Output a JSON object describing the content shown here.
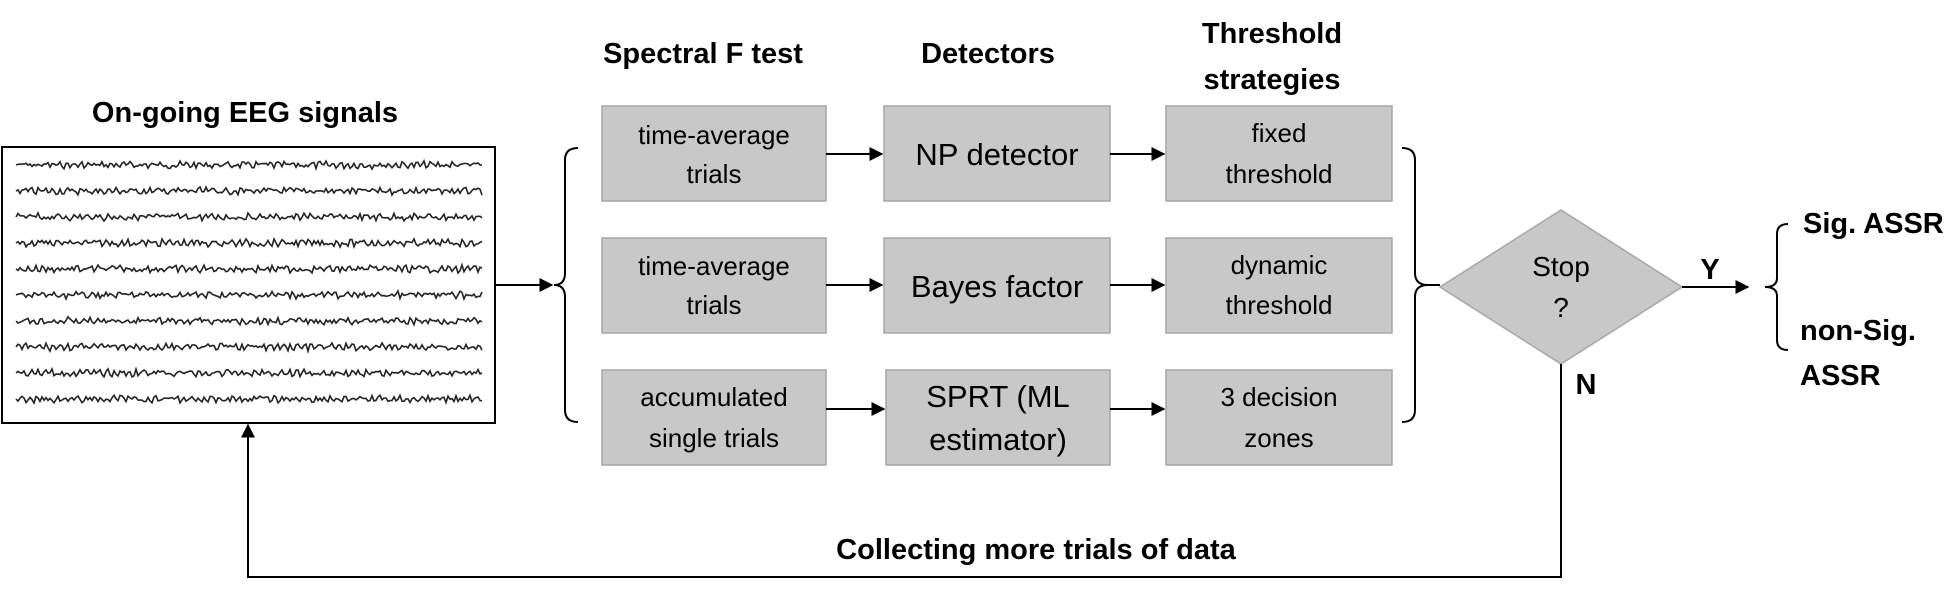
{
  "diagram": {
    "headers": {
      "eeg": "On-going EEG signals",
      "spectral": "Spectral F test",
      "detectors": "Detectors",
      "threshold_line1": "Threshold",
      "threshold_line2": "strategies"
    },
    "rows": [
      {
        "spectral": [
          "time-average",
          "trials"
        ],
        "detector": [
          "NP detector"
        ],
        "threshold": [
          "fixed",
          "threshold"
        ]
      },
      {
        "spectral": [
          "time-average",
          "trials"
        ],
        "detector": [
          "Bayes factor"
        ],
        "threshold": [
          "dynamic",
          "threshold"
        ]
      },
      {
        "spectral": [
          "accumulated",
          "single trials"
        ],
        "detector": [
          "SPRT (ML",
          "estimator)"
        ],
        "threshold": [
          "3 decision",
          "zones"
        ]
      }
    ],
    "decision": {
      "line1": "Stop",
      "line2": "?"
    },
    "yes_label": "Y",
    "no_label": "N",
    "outcomes": {
      "sig": "Sig. ASSR",
      "nonsig_line1": "non-Sig.",
      "nonsig_line2": "ASSR"
    },
    "feedback_label": "Collecting more trials of data",
    "colors": {
      "box_fill": "#c8c8c8",
      "box_border": "#a6a6a6",
      "line": "#000000"
    }
  }
}
